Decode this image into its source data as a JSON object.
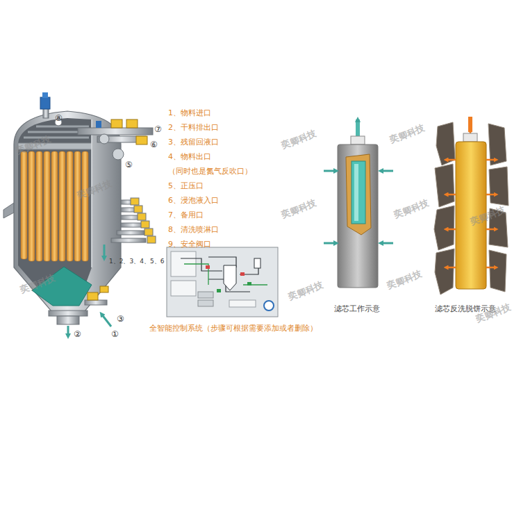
{
  "diagram": {
    "caption": "全智能控制系统（步骤可根据需要添加或者删除）",
    "labels": [
      "1、物料进口",
      "2、干料排出口",
      "3、残留回液口",
      "4、物料出口",
      "（同时也是氮气反吹口）",
      "5、正压口",
      "6、浸泡液入口",
      "7、备用口",
      "8、清洗喷淋口",
      "9、安全阀口",
      "滤芯工作示意",
      "滤芯反洗脱饼示意",
      "⑧",
      "⑦",
      "⑥",
      "⑤",
      "1、2、3、4、5、6",
      "①",
      "②",
      "③",
      "奕卿科技",
      "奕卿科技",
      "奕卿科技",
      "奕卿科技",
      "奕卿科技",
      "奕卿科技",
      "奕卿科技",
      "奕卿科技",
      "奕卿科技",
      "奕卿科技",
      "奕卿科技"
    ]
  }
}
